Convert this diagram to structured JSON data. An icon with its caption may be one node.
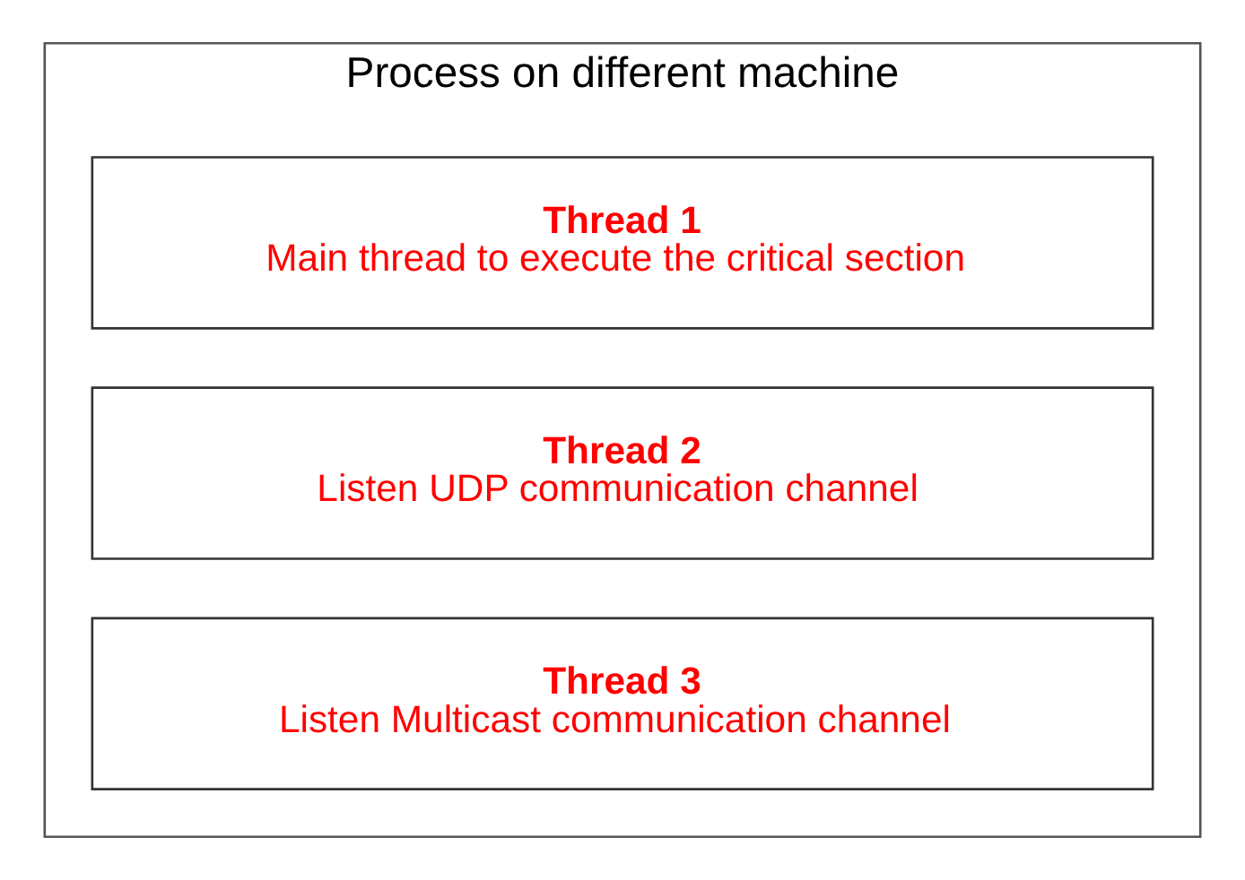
{
  "diagram": {
    "nodes": [
      {
        "text": [
          "Process on different machine"
        ]
      },
      {
        "text": [
          "Thread 1",
          "Main thread to execute the critical section"
        ],
        "in": 0
      },
      {
        "text": [
          "Thread 2",
          "Listen UDP communication channel"
        ],
        "in": 0
      },
      {
        "text": [
          "Thread 3",
          "Listen Multicast communication channel"
        ],
        "in": 0
      }
    ]
  }
}
